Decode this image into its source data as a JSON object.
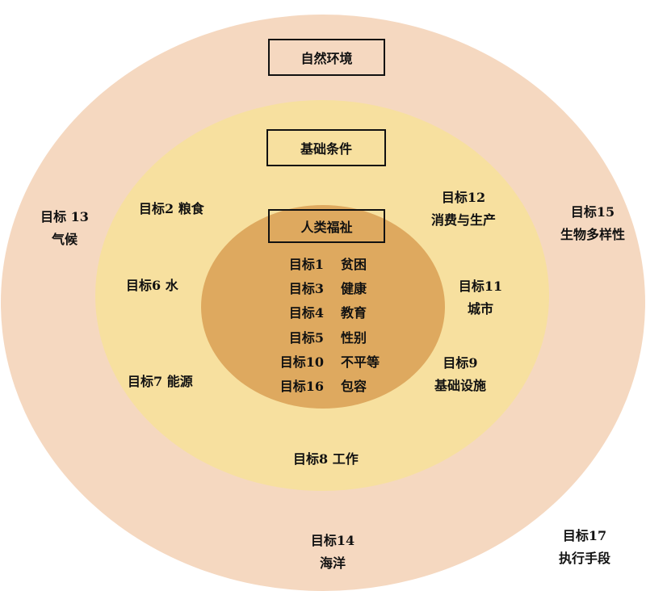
{
  "layers": {
    "outer": {
      "title": "自然环境",
      "color": "#f5d8c0"
    },
    "middle": {
      "title": "基础条件",
      "color": "#f7e09f"
    },
    "inner": {
      "title": "人类福祉",
      "color": "#dea95f"
    }
  },
  "outer_goals": {
    "g13": {
      "code": "目标 13",
      "name": "气候"
    },
    "g15": {
      "code": "目标15",
      "name": "生物多样性"
    },
    "g14": {
      "code": "目标14",
      "name": "海洋"
    },
    "g17": {
      "code": "目标17",
      "name": "执行手段"
    }
  },
  "middle_goals": {
    "g2": "目标2  粮食",
    "g12": {
      "code": "目标12",
      "name": "消费与生产"
    },
    "g6": "目标6  水",
    "g11": {
      "code": "目标11",
      "name": "城市"
    },
    "g7": "目标7  能源",
    "g9": {
      "code": "目标9",
      "name": "基础设施"
    },
    "g8": "目标8  工作"
  },
  "inner_goals": [
    {
      "code": "目标1",
      "name": "贫困"
    },
    {
      "code": "目标3",
      "name": "健康"
    },
    {
      "code": "目标4",
      "name": "教育"
    },
    {
      "code": "目标5",
      "name": "性别"
    },
    {
      "code": "目标10",
      "name": "不平等"
    },
    {
      "code": "目标16",
      "name": "包容"
    }
  ]
}
